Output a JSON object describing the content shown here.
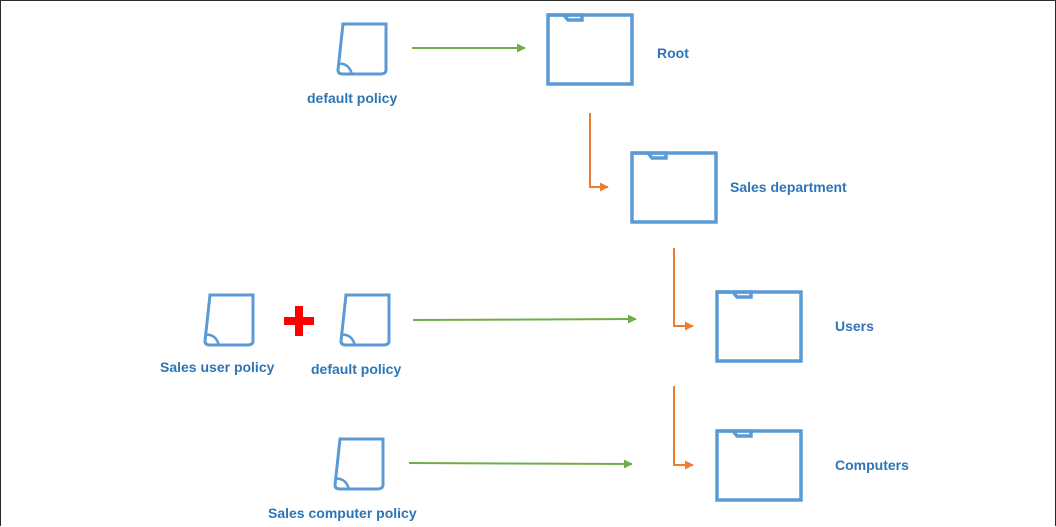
{
  "colors": {
    "icon_stroke": "#5b9bd5",
    "label_text": "#2e75b6",
    "assign_arrow": "#70ad47",
    "hierarchy_arrow": "#ed7d31",
    "plus": "#ff0000"
  },
  "folders": {
    "root": {
      "label": "Root",
      "icon": "folder-icon"
    },
    "sales_department": {
      "label": "Sales department",
      "icon": "folder-icon"
    },
    "users": {
      "label": "Users",
      "icon": "folder-icon"
    },
    "computers": {
      "label": "Computers",
      "icon": "folder-icon"
    }
  },
  "policies": {
    "default_policy_top": {
      "label": "default policy",
      "icon": "document-icon"
    },
    "sales_user_policy": {
      "label": "Sales user policy",
      "icon": "document-icon"
    },
    "default_policy_users": {
      "label": "default policy",
      "icon": "document-icon"
    },
    "sales_computer_policy": {
      "label": "Sales computer policy",
      "icon": "document-icon"
    }
  },
  "combine_symbol": {
    "icon": "plus-icon"
  }
}
